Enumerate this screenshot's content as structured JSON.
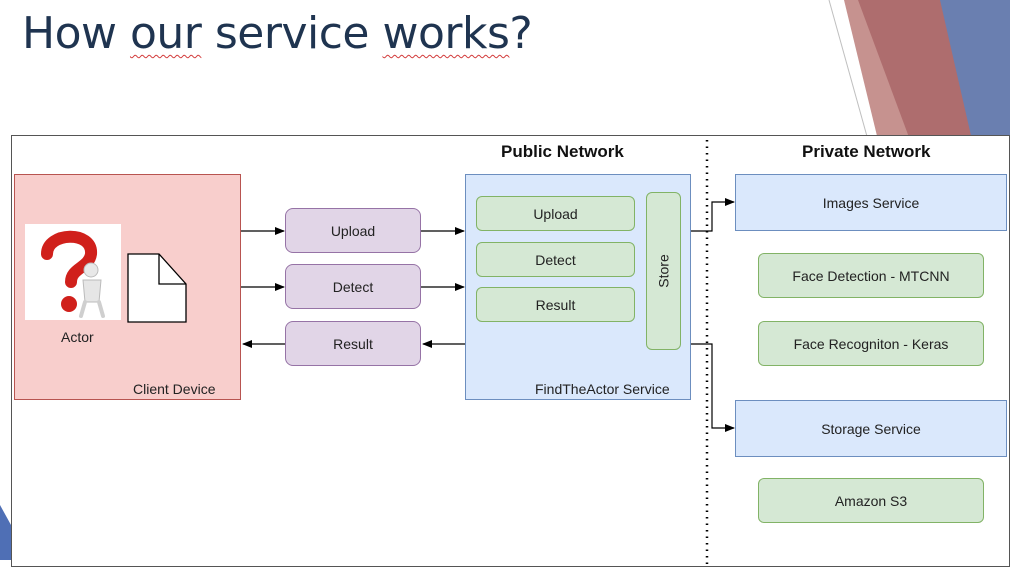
{
  "slide": {
    "title_parts": [
      "How ",
      "our",
      " service ",
      "works",
      "?"
    ]
  },
  "diagram": {
    "public_network_label": "Public Network",
    "private_network_label": "Private Network",
    "client": {
      "label": "Client Device",
      "actor_label": "Actor"
    },
    "requests": [
      "Upload",
      "Detect",
      "Result"
    ],
    "service": {
      "label": "FindTheActor Service",
      "endpoints": [
        "Upload",
        "Detect",
        "Result"
      ],
      "store_label": "Store"
    },
    "private": {
      "images_service": "Images Service",
      "face_detection": "Face Detection - MTCNN",
      "face_recognition": "Face Recogniton - Keras",
      "storage_service": "Storage Service",
      "amazon_s3": "Amazon S3"
    },
    "colors": {
      "client_fill": "#f8cecc",
      "purple_fill": "#e1d5e7",
      "blue_fill": "#dae8fc",
      "green_fill": "#d5e8d4",
      "title_color": "#1f3450"
    },
    "icons": [
      "question-mark-person-icon",
      "document-icon"
    ]
  }
}
